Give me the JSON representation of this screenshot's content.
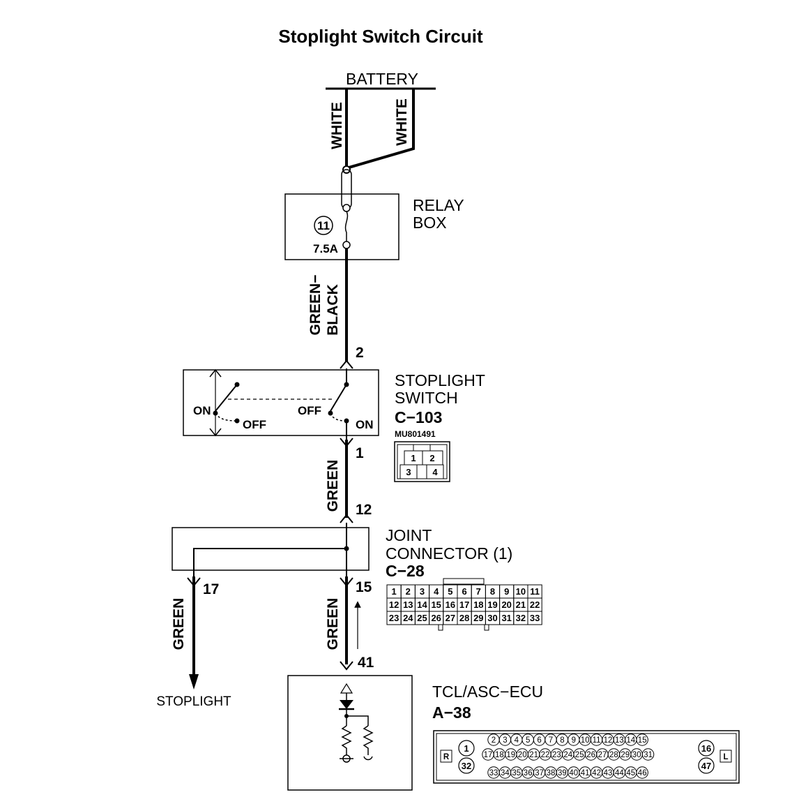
{
  "title": "Stoplight Switch Circuit",
  "battery": {
    "label": "BATTERY",
    "wire_left": "WHITE",
    "wire_right": "WHITE"
  },
  "relay_box": {
    "line1": "RELAY",
    "line2": "BOX",
    "fuse_number": "11",
    "fuse_rating": "7.5A"
  },
  "wire_green_black": {
    "line1": "GREEN−",
    "line2": "BLACK"
  },
  "stoplight_switch": {
    "line1": "STOPLIGHT",
    "line2": "SWITCH",
    "connector": "C−103",
    "part_number": "MU801491",
    "pin_in": "2",
    "pin_out": "1",
    "left_on": "ON",
    "left_off": "OFF",
    "right_off": "OFF",
    "right_on": "ON",
    "pins": [
      "1",
      "2",
      "3",
      "4"
    ]
  },
  "wire_green_1": "GREEN",
  "joint_connector": {
    "line1": "JOINT",
    "line2": "CONNECTOR (1)",
    "connector": "C−28",
    "pin_in": "12",
    "pin_out_left": "17",
    "pin_out_right": "15",
    "rows": [
      [
        "1",
        "2",
        "3",
        "4",
        "5",
        "6",
        "7",
        "8",
        "9",
        "10",
        "11"
      ],
      [
        "12",
        "13",
        "14",
        "15",
        "16",
        "17",
        "18",
        "19",
        "20",
        "21",
        "22"
      ],
      [
        "23",
        "24",
        "25",
        "26",
        "27",
        "28",
        "29",
        "30",
        "31",
        "32",
        "33"
      ]
    ]
  },
  "wire_green_left": "GREEN",
  "wire_green_right": "GREEN",
  "stoplight_label": "STOPLIGHT",
  "ecu": {
    "line1": "TCL/ASC−ECU",
    "connector": "A−38",
    "pin": "41",
    "side_r": "R",
    "side_l": "L",
    "pin_left_top": "1",
    "pin_left_bottom": "32",
    "pin_right_top": "16",
    "pin_right_bottom": "47",
    "row1": [
      "2",
      "3",
      "4",
      "5",
      "6",
      "7",
      "8",
      "9",
      "10",
      "11",
      "12",
      "13",
      "14",
      "15"
    ],
    "row2": [
      "17",
      "18",
      "19",
      "20",
      "21",
      "22",
      "23",
      "24",
      "25",
      "26",
      "27",
      "28",
      "29",
      "30",
      "31"
    ],
    "row3": [
      "33",
      "34",
      "35",
      "36",
      "37",
      "38",
      "39",
      "40",
      "41",
      "42",
      "43",
      "44",
      "45",
      "46"
    ]
  }
}
